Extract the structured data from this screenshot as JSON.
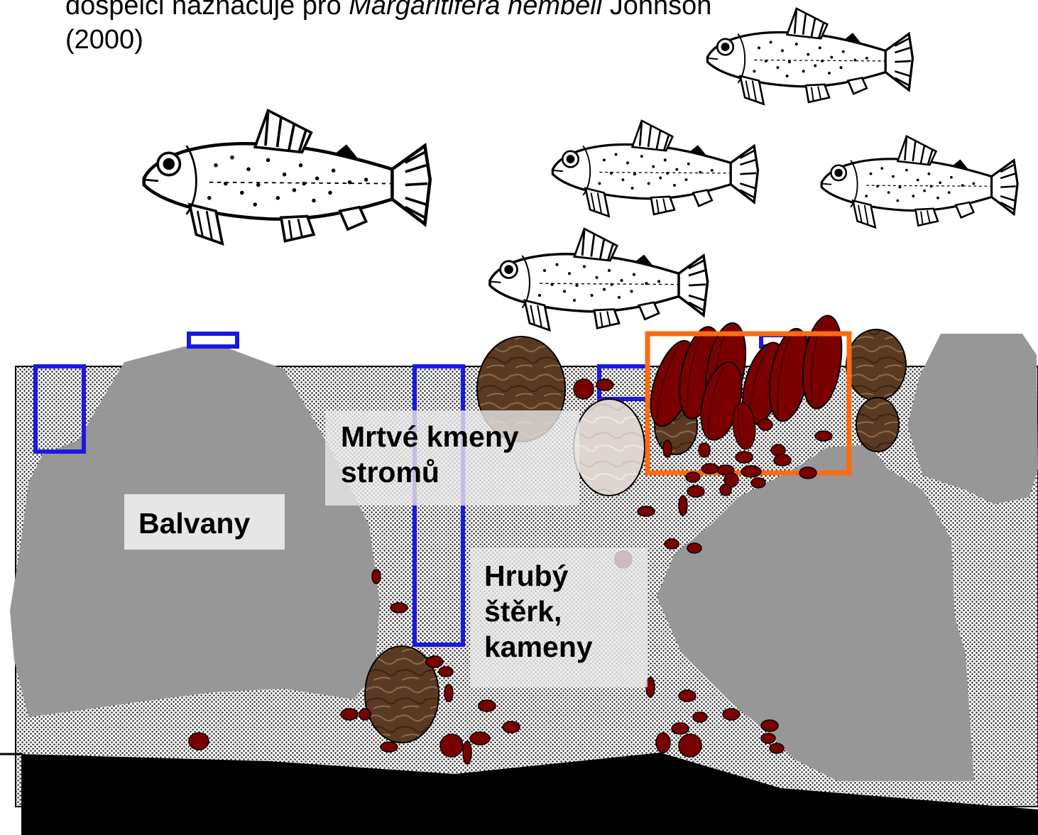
{
  "caption": {
    "line1_before": "dospělci naznačuje pro ",
    "line1_italic": "Margaritifera hembeli",
    "line1_after": " Johnson",
    "line2": "(2000)"
  },
  "labels": {
    "boulders": "Balvany",
    "dead_trunks_line1": "Mrtvé kmeny",
    "dead_trunks_line2": "stromů",
    "gravel_line1": "Hrubý",
    "gravel_line2": "štěrk,",
    "gravel_line3": "kameny"
  },
  "colors": {
    "boulder_gray": "#979797",
    "mussel_red": "#7a0000",
    "stone_brown": "#5a3a22",
    "dead_trunk_pale": "#ddd4cf",
    "blue_frame": "#1a1adf",
    "orange_frame": "#ff6a10",
    "bedrock": "#000000"
  },
  "icons": {
    "fish": "trout-icon",
    "stone": "brown-stone-icon",
    "mussel": "mussel-icon"
  }
}
